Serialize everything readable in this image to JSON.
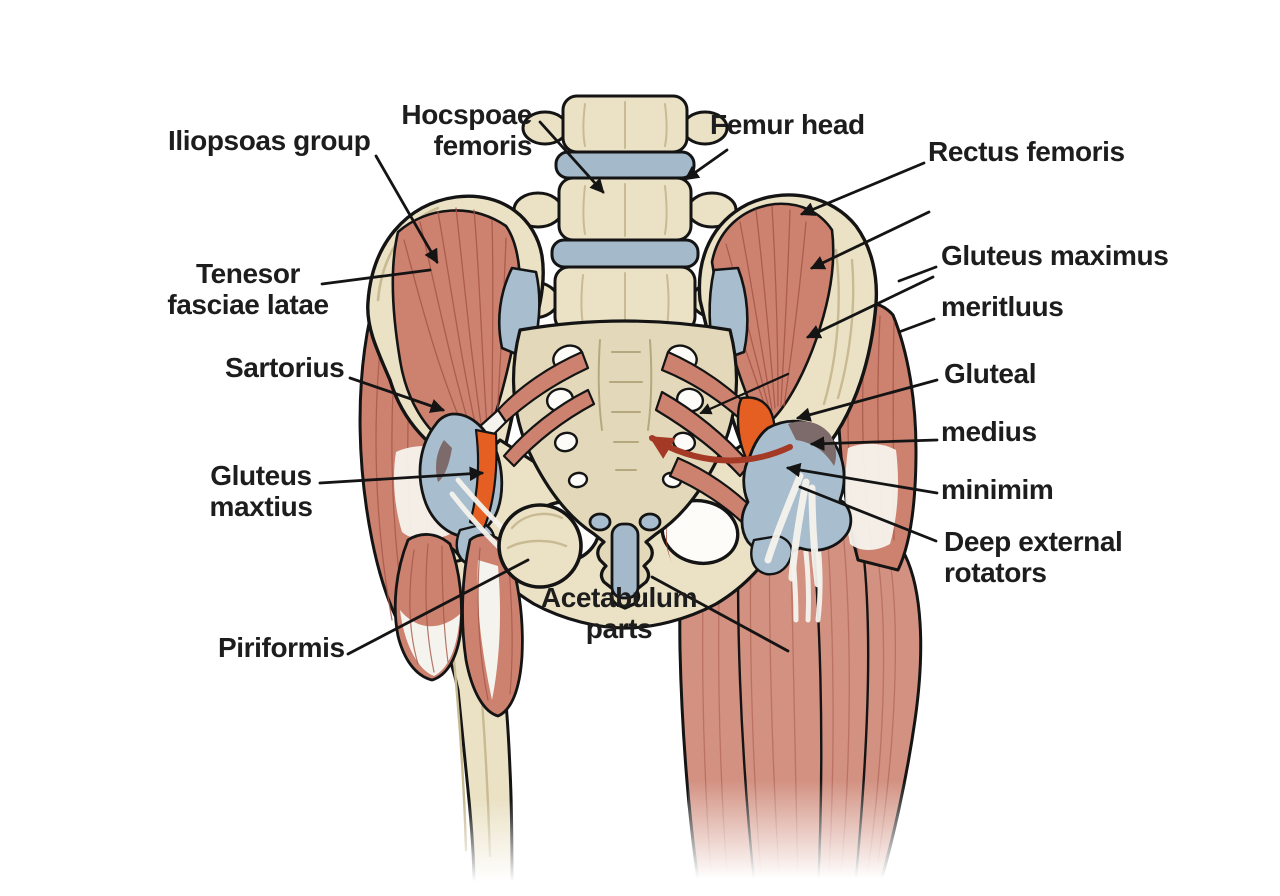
{
  "figure": {
    "labels": [
      {
        "name": "iliopsoas-group",
        "text": "Iliopsoas group"
      },
      {
        "name": "hocspoae-femoris",
        "text": "Hocspoae femoris"
      },
      {
        "name": "femur-head",
        "text": "Femur head"
      },
      {
        "name": "rectus-femoris",
        "text": "Rectus femoris"
      },
      {
        "name": "gluteus-maximus",
        "text": "Gluteus maximus"
      },
      {
        "name": "meritluus",
        "text": "meritluus"
      },
      {
        "name": "gluteal",
        "text": "Gluteal"
      },
      {
        "name": "medius",
        "text": "medius"
      },
      {
        "name": "minimim",
        "text": "minimim"
      },
      {
        "name": "deep-external-rotators",
        "text": "Deep external rotators"
      },
      {
        "name": "tenesor-fasciae-latae",
        "text": "Tenesor fasciae latae"
      },
      {
        "name": "sartorius",
        "text": "Sartorius"
      },
      {
        "name": "gluteus-maxtius",
        "text": "Gluteus maxtius"
      },
      {
        "name": "piriformis",
        "text": "Piriformis"
      },
      {
        "name": "acetabulum-parts",
        "text": "Acetabulum parts"
      }
    ],
    "palette": {
      "ink": "#1d1d1d",
      "outline": "#141414",
      "bone": "#ebe2c6",
      "bone_shade": "#c8ba92",
      "sacrum": "#e3d9ba",
      "sacrum_texture": "#b5a87f",
      "disc": "#a4b9ca",
      "cartilage": "#a8bdcd",
      "labrum": "#7d6a6a",
      "muscle": "#cd8270",
      "muscle_dark": "#a65648",
      "thigh": "#d29181",
      "thigh_dark": "#b2685a",
      "tendon": "#f5f3ed",
      "ligament_orange": "#e65f22",
      "arrow_red": "#a43a26",
      "hole": "#fdfcf8",
      "background": "#ffffff"
    }
  }
}
